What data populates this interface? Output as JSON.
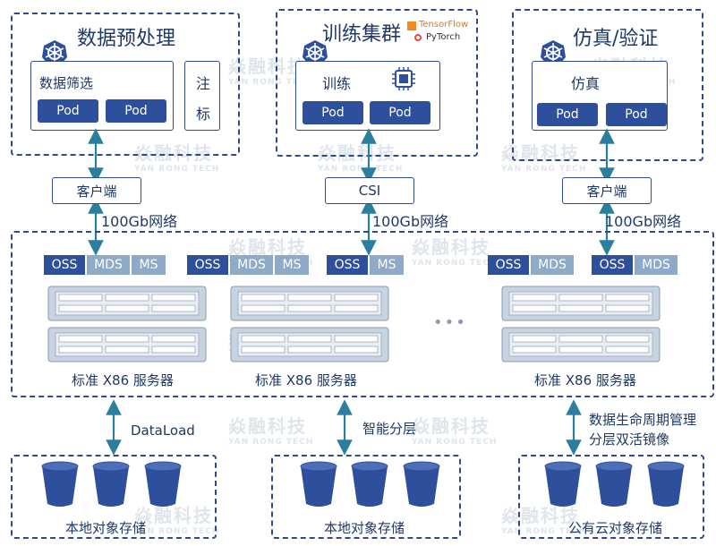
{
  "watermark": {
    "cn": "焱融科技",
    "en": "YAN RONG TECH"
  },
  "top": {
    "left": {
      "title": "数据预处理",
      "inner": "数据筛选",
      "pods": [
        "Pod",
        "Pod"
      ],
      "note": [
        "注",
        "标"
      ]
    },
    "middle": {
      "title": "训练集群",
      "logo1": "TensorFlow",
      "logo2": "PyTorch",
      "inner": "训练",
      "pods": [
        "Pod",
        "Pod"
      ]
    },
    "right": {
      "title": "仿真/验证",
      "inner": "仿真",
      "pods": [
        "Pod",
        "Pod"
      ]
    }
  },
  "clients": [
    "客户端",
    "CSI",
    "客户端"
  ],
  "network": [
    "100Gb网络",
    "100Gb网络",
    "100Gb网络"
  ],
  "tags": {
    "g1": [
      "OSS",
      "MDS",
      "MS"
    ],
    "g2": [
      "OSS",
      "MDS",
      "MS"
    ],
    "g3": [
      "OSS",
      "MS"
    ],
    "g4": [
      "OSS",
      "MDS"
    ],
    "g5": [
      "OSS",
      "MDS"
    ]
  },
  "ellipsis": "•••",
  "server_labels": [
    "标准 X86 服务器",
    "标准 X86 服务器",
    "标准 X86 服务器"
  ],
  "flows": {
    "left": "DataLoad",
    "middle": "智能分层",
    "right1": "数据生命周期管理",
    "right2": "分层双活镜像"
  },
  "storage": [
    "本地对象存储",
    "本地对象存储",
    "公有云对象存储"
  ],
  "colors": {
    "primary": "#2e4f9c",
    "light": "#8fa9c8",
    "arrow": "#2b7f9e",
    "border": "#2e4a8a"
  }
}
